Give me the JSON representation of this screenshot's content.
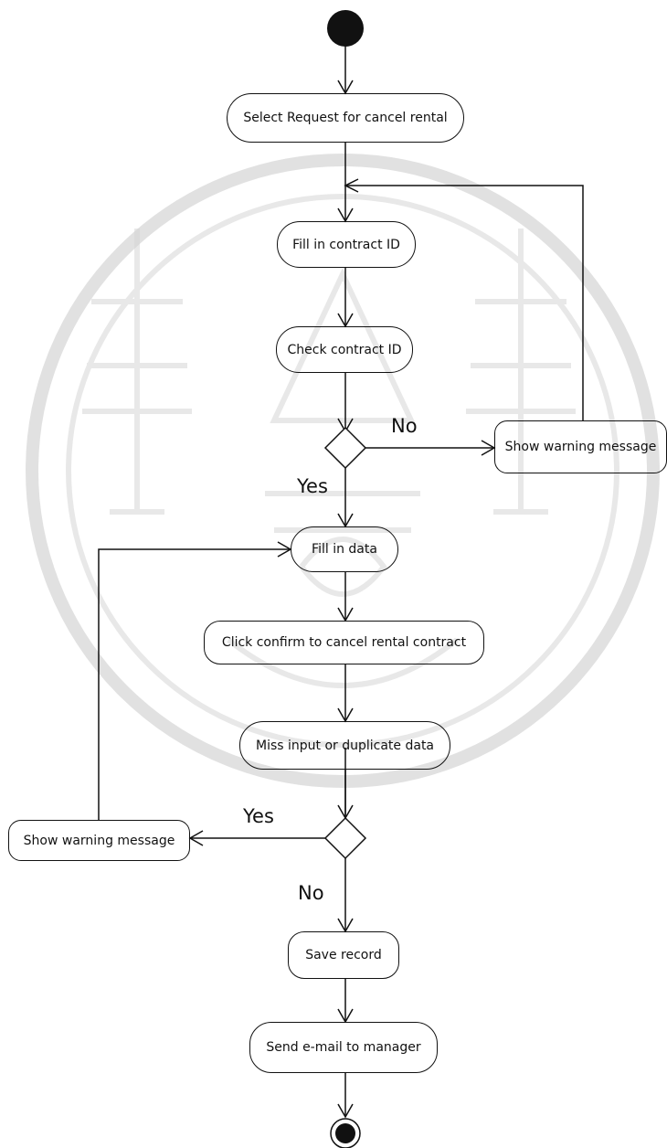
{
  "diagram": {
    "activities": {
      "select_request": "Select Request for cancel rental",
      "fill_contract_id": "Fill in contract ID",
      "check_contract_id": "Check contract ID",
      "show_warning_right": "Show warning message",
      "fill_data": "Fill in data",
      "click_confirm": "Click confirm to cancel rental contract",
      "miss_input": "Miss input or duplicate data",
      "show_warning_left": "Show warning message",
      "save_record": "Save record",
      "send_email": "Send e-mail to manager"
    },
    "guards": {
      "no_top": "No",
      "yes_top": "Yes",
      "yes_bottom": "Yes",
      "no_bottom": "No"
    }
  }
}
